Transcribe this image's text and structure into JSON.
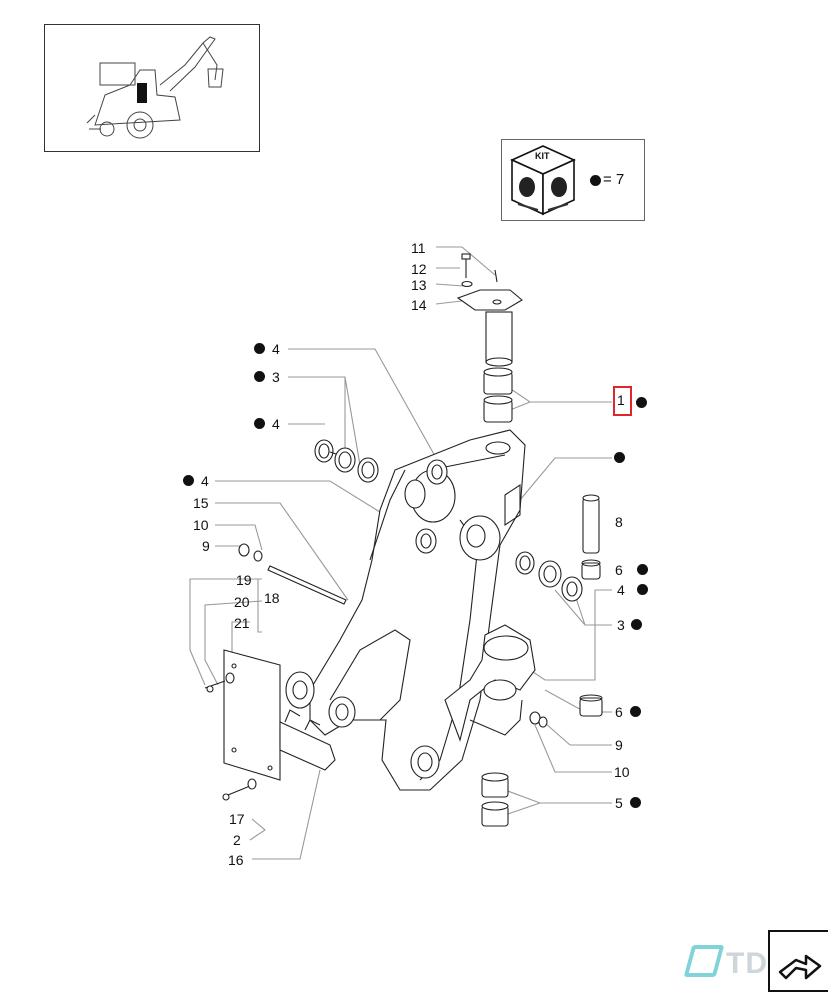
{
  "kit": {
    "label": "KIT",
    "equation": "= 7"
  },
  "callouts": {
    "c1": "1",
    "c2": "2",
    "c3a": "3",
    "c3b": "3",
    "c4a": "4",
    "c4b": "4",
    "c4c": "4",
    "c4d": "4",
    "c5": "5",
    "c6a": "6",
    "c6b": "6",
    "c8": "8",
    "c9a": "9",
    "c9b": "9",
    "c10a": "10",
    "c10b": "10",
    "c11": "11",
    "c12": "12",
    "c13": "13",
    "c14": "14",
    "c15": "15",
    "c16": "16",
    "c17": "17",
    "c18": "18",
    "c19": "19",
    "c20": "20",
    "c21": "21"
  },
  "logo": {
    "text": "TDC"
  },
  "colors": {
    "highlight": "#e0262a",
    "ink": "#111111",
    "logo": "#cfd6d9"
  },
  "icons": [
    "tractor-thumbnail",
    "kit-cube-icon",
    "next-page-arrow-icon"
  ]
}
